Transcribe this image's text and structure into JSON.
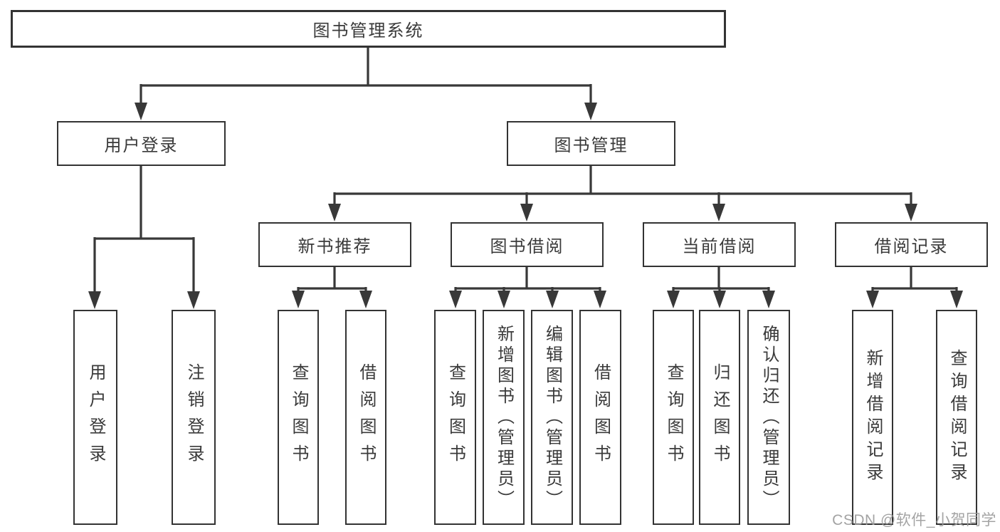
{
  "diagram": {
    "title": "图书管理系统",
    "branches": {
      "user_login": {
        "label": "用户登录",
        "children": [
          "用户登录",
          "注销登录"
        ]
      },
      "book_mgmt": {
        "label": "图书管理",
        "sections": {
          "new_book": {
            "label": "新书推荐",
            "children": [
              "查询图书",
              "借阅图书"
            ]
          },
          "borrowing": {
            "label": "图书借阅",
            "children": [
              "查询图书",
              "新增图书（管理员）",
              "编辑图书（管理员）",
              "借阅图书"
            ]
          },
          "current": {
            "label": "当前借阅",
            "children": [
              "查询图书",
              "归还图书",
              "确认归还（管理员）"
            ]
          },
          "records": {
            "label": "借阅记录",
            "children": [
              "新增借阅记录",
              "查询借阅记录"
            ]
          }
        }
      }
    },
    "line_color": "#383838",
    "watermark": "CSDN @软件_小贺同学"
  }
}
